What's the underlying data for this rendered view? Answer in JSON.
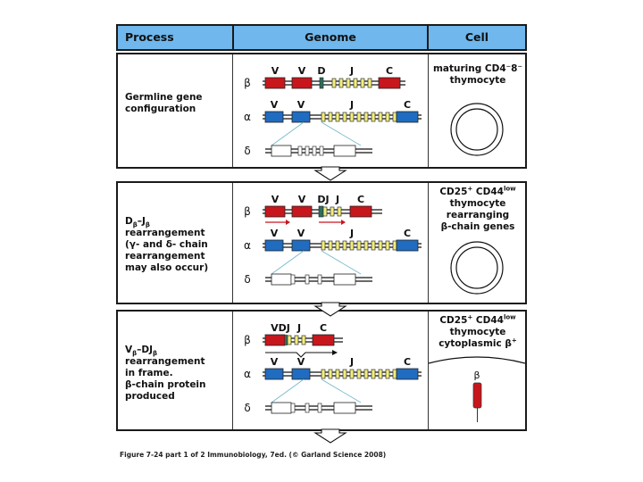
{
  "header": {
    "process": "Process",
    "genome": "Genome",
    "cell": "Cell"
  },
  "colors": {
    "header_bg": "#6fb7ec",
    "beta_segment": "#c8161d",
    "alpha_segment": "#1f6cc0",
    "j_segment": "#f2ee7a",
    "d_segment": "#2e6e5a",
    "delta_segment": "#ffffff",
    "expansion_line": "#6fb7c8",
    "arrow_red": "#c8161d"
  },
  "rows": [
    {
      "process": [
        "Germline gene",
        "configuration"
      ],
      "cell_title": [
        "maturing CD4⁻8⁻",
        "thymocyte"
      ],
      "chain_labels": {
        "beta": "β",
        "alpha": "α",
        "delta": "δ"
      },
      "beta_labels": [
        "V",
        "V",
        "D",
        "J",
        "C"
      ],
      "alpha_labels": [
        "V",
        "V",
        "J",
        "C"
      ],
      "cell_icon": "thymocyte-cell-icon"
    },
    {
      "process_parts": {
        "line1_main": "D",
        "line1_sub": "β",
        "line1_dash": "–J",
        "line1_sub2": "β",
        "rest": [
          "rearrangement",
          "(γ- and δ- chain",
          "rearrangement",
          "may also occur)"
        ]
      },
      "cell_title": {
        "line1_a": "CD25",
        "line1_a_sup": "+",
        "line1_b": " CD44",
        "line1_b_sup": "low",
        "rest": [
          "thymocyte",
          "rearranging",
          "β-chain genes"
        ]
      },
      "chain_labels": {
        "beta": "β",
        "alpha": "α",
        "delta": "δ"
      },
      "beta_labels": [
        "V",
        "V",
        "DJ",
        "J",
        "C"
      ],
      "alpha_labels": [
        "V",
        "V",
        "J",
        "C"
      ],
      "cell_icon": "thymocyte-cell-icon"
    },
    {
      "process_parts": {
        "line1_main": "V",
        "line1_sub": "β",
        "line1_dash": "–DJ",
        "line1_sub2": "β",
        "rest": [
          "rearrangement",
          "in frame.",
          "β-chain protein",
          "produced"
        ]
      },
      "cell_title": {
        "line1_a": "CD25",
        "line1_a_sup": "+",
        "line1_b": " CD44",
        "line1_b_sup": "low",
        "line2": "thymocyte",
        "line3_main": "cytoplasmic β",
        "line3_sup": "+"
      },
      "chain_labels": {
        "beta": "β",
        "alpha": "α",
        "delta": "δ"
      },
      "beta_labels": [
        "VDJ",
        "J",
        "C"
      ],
      "alpha_labels": [
        "V",
        "V",
        "J",
        "C"
      ],
      "protein_label": "β",
      "cell_icon": "cell-membrane-icon"
    }
  ],
  "caption": "Figure 7-24 part 1 of 2  Immunobiology, 7ed. (© Garland Science 2008)"
}
